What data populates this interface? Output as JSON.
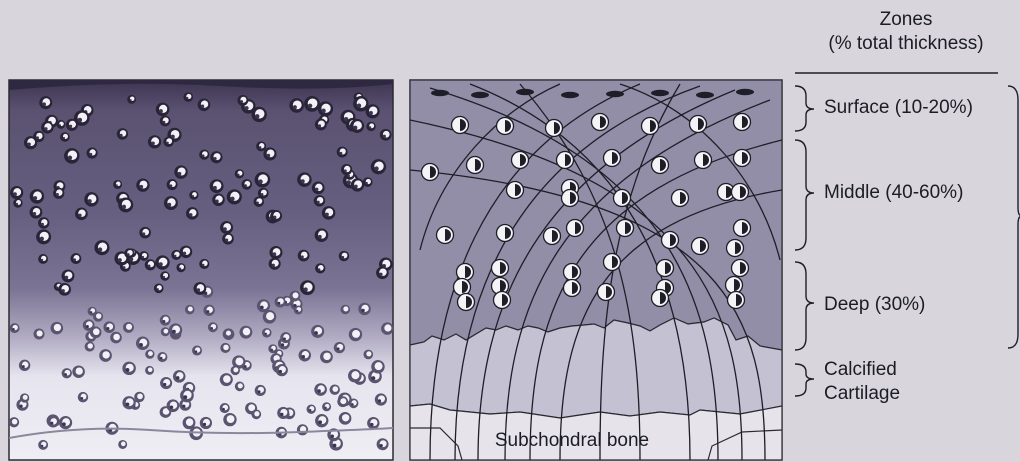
{
  "header": {
    "title": "Zones",
    "subtitle": "(% total thickness)"
  },
  "zones": [
    {
      "id": "surface",
      "label": "Surface (10-20%)"
    },
    {
      "id": "middle",
      "label": "Middle (40-60%)"
    },
    {
      "id": "deep",
      "label": "Deep (30%)"
    },
    {
      "id": "calcified",
      "label": "Calcified",
      "label2": "Cartilage"
    }
  ],
  "bone_label": "Subchondral bone",
  "colors": {
    "background": "#d8d6dc",
    "schematic_matrix": "#928ea8",
    "calcified_zone": "#c4c2d2",
    "bone": "#e6e4ea",
    "micrograph_dark": "#57506a",
    "micrograph_light": "#ecebf1"
  }
}
